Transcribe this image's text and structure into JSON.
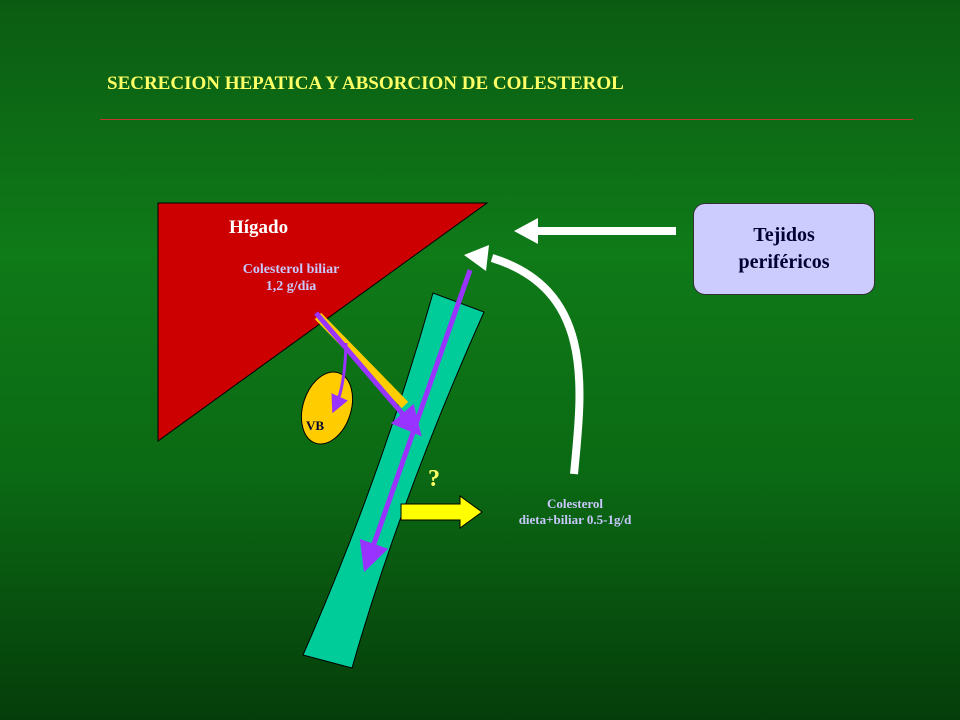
{
  "title": "SECRECION HEPATICA Y ABSORCION DE COLESTEROL",
  "liver": {
    "label": "Hígado"
  },
  "bile_secretion": {
    "line1": "Colesterol biliar",
    "line2": "1,2 g/día"
  },
  "gallbladder": {
    "label": "VB"
  },
  "peripheral_tissues": {
    "line1": "Tejidos",
    "line2": "periféricos"
  },
  "question_mark": "?",
  "absorption": {
    "line1": "Colesterol",
    "line2": "dieta+biliar 0.5-1g/d"
  },
  "colors": {
    "background": "#0b6a14",
    "title": "#ffff66",
    "liver": "#cc0000",
    "intestine": "#00cc99",
    "gallbladder": "#ffcc00",
    "flow_arrow": "#9933ff",
    "return_arrow": "#ffffff",
    "absorption_arrow": "#ffff00",
    "tissue_box": "#ccccff"
  }
}
